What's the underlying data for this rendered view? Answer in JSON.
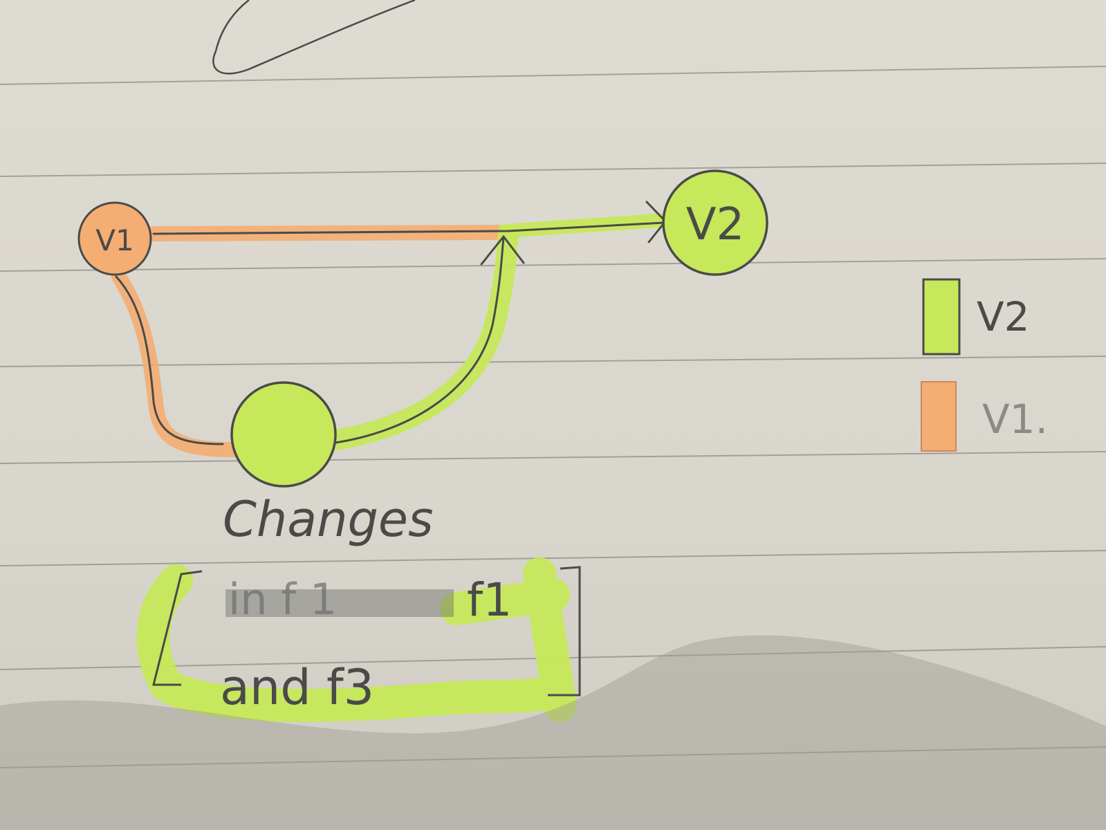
{
  "nodes": {
    "v1": {
      "label": "V1"
    },
    "v2": {
      "label": "V2"
    },
    "changes": {
      "label": "Changes"
    }
  },
  "note": {
    "line1_struck": "in f 1",
    "line1": "f1",
    "line2": "and f3"
  },
  "legend": {
    "items": [
      {
        "label": "V2",
        "color": "#c6e85a"
      },
      {
        "label": "V1.",
        "color": "#f4ad72"
      }
    ]
  },
  "colors": {
    "paper": "#dedbd2",
    "ruled_line": "#8f8d88",
    "ink": "#4a4a48",
    "highlight_green": "#c6e85a",
    "highlight_orange": "#f4ad72"
  }
}
